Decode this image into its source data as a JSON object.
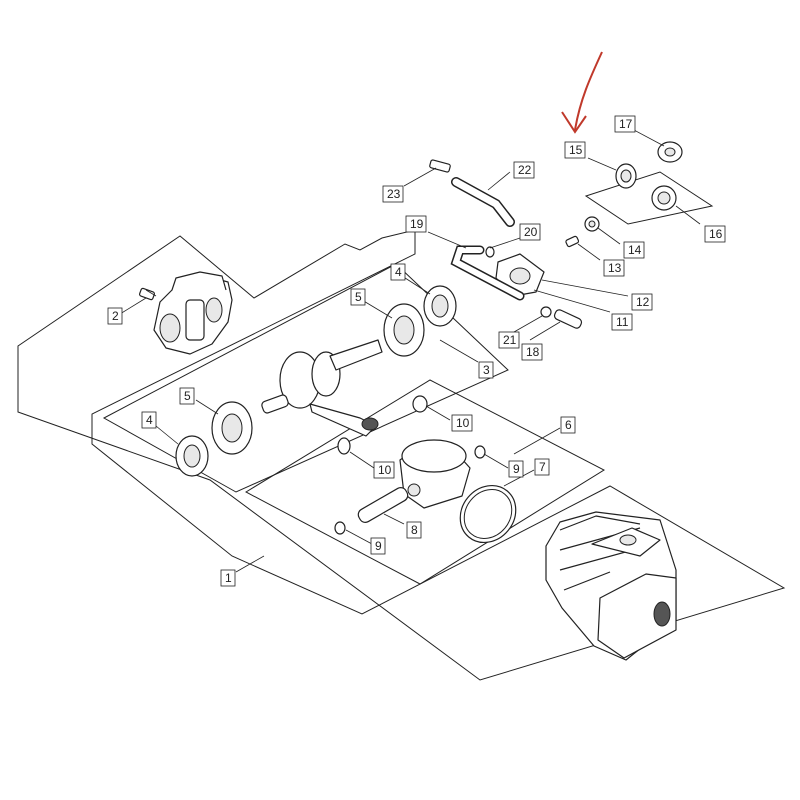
{
  "accent_color": "#c0392b",
  "callouts": [
    "17",
    "15",
    "22",
    "23",
    "19",
    "20",
    "14",
    "16",
    "13",
    "12",
    "11",
    "21",
    "18",
    "4",
    "5",
    "3",
    "2",
    "10",
    "6",
    "9",
    "7",
    "8",
    "9",
    "10",
    "5",
    "4",
    "1"
  ]
}
